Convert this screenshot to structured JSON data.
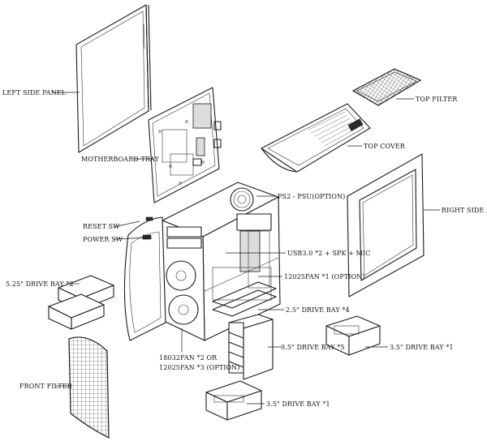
{
  "labels": {
    "left_side_panel": "LEFT SIDE PANEL",
    "top_filter": "TOP FILTER",
    "motherboard_tray": "MOTHERBOARD TRAY",
    "top_cover": "TOP COVER",
    "ps2_psu": "PS2 - PSU(OPTION)",
    "right_side_panel": "RIGHT SIDE PANEL",
    "reset_sw": "RESET SW",
    "power_sw": "POWER SW",
    "usb_spk_mic": "USB3.0 *2 + SPK + MIC",
    "fan_12025_1": "12025FAN *1 (OPTION)",
    "drive_bay_525": "5.25\" DRIVE BAY *2",
    "drive_bay_25": "2.5\" DRIVE BAY *4",
    "drive_bay_35_5": "3.5\" DRIVE BAY *5",
    "drive_bay_35_1_right": "3.5\" DRIVE BAY *1",
    "fan_18032": "18032FAN *2 OR",
    "fan_12025_3": "12025FAN *3 (OPTION)",
    "front_filter": "FRONT FILTER",
    "drive_bay_35_1_bottom": "3.5\" DRIVE BAY *1"
  }
}
